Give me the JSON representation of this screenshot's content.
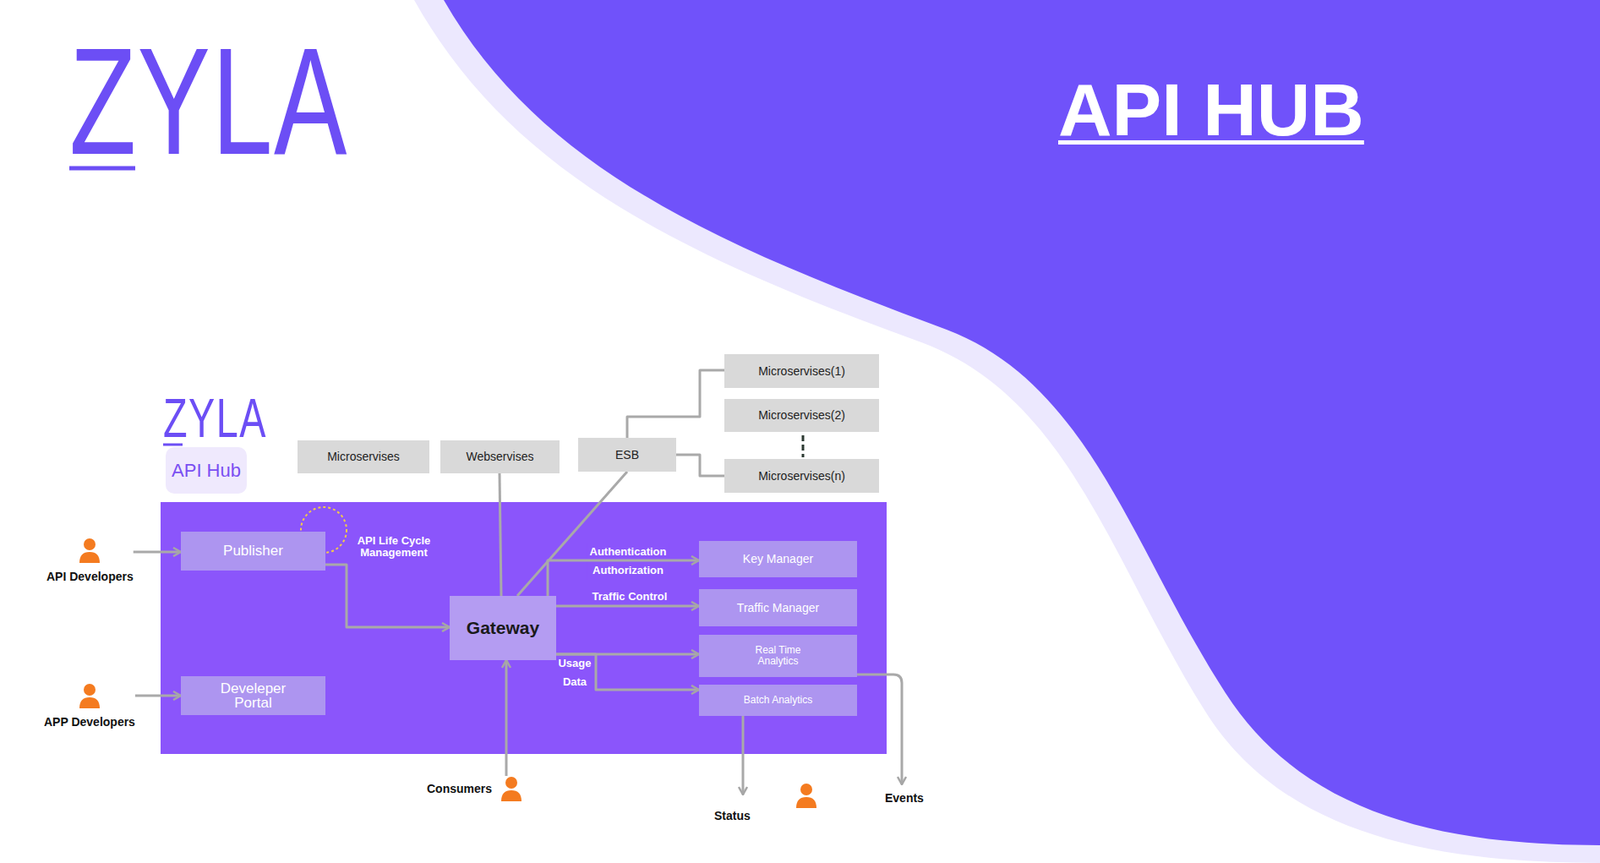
{
  "diagram": {
    "title": "API HUB",
    "nodes": [
      {
        "text": [
          "Microservises(1)"
        ]
      },
      {
        "text": [
          "Microservises(2)"
        ]
      },
      {
        "text": [
          "Microservises"
        ]
      },
      {
        "text": [
          "Webservises"
        ]
      },
      {
        "text": [
          "ESB"
        ]
      },
      {
        "text": [
          "Microservises(n)"
        ]
      },
      {
        "text": [
          "API Hub"
        ]
      },
      {
        "text": [
          "Publisher"
        ],
        "in": 6
      },
      {
        "text": [
          "Key Manager"
        ],
        "in": 6
      },
      {
        "text": [
          "Traffic Manager"
        ],
        "in": 6
      },
      {
        "text": [
          "Gateway"
        ],
        "in": 6
      },
      {
        "text": [
          "Real Time Analytics"
        ],
        "in": 6
      },
      {
        "text": [
          "Batch Analytics"
        ],
        "in": 6
      },
      {
        "text": [
          "Develeper Portal"
        ],
        "in": 6
      },
      {
        "text": [
          "API Developers"
        ]
      },
      {
        "text": [
          "APP Developers"
        ]
      },
      {
        "text": [
          "Consumers"
        ]
      }
    ],
    "edges": [
      {
        "from": 14,
        "to": 7,
        "arrow": "to"
      },
      {
        "from": 15,
        "to": 13,
        "arrow": "to"
      },
      {
        "from": 7,
        "to": 10,
        "arrow": "to"
      },
      {
        "from": 16,
        "to": 10,
        "arrow": "to"
      },
      {
        "from": 3,
        "to": 10,
        "arrow": "none"
      },
      {
        "from": 4,
        "to": 10,
        "arrow": "none"
      },
      {
        "from": 4,
        "to": 0,
        "arrow": "none"
      },
      {
        "from": 4,
        "to": 5,
        "arrow": "none"
      },
      {
        "from": 10,
        "to": 8,
        "label": "Authentication Authorization",
        "arrow": "to"
      },
      {
        "from": 10,
        "to": 9,
        "label": "Traffic Control",
        "arrow": "to"
      },
      {
        "from": 10,
        "to": 11,
        "label": "Usage Data",
        "arrow": "to"
      },
      {
        "from": 10,
        "to": 12,
        "arrow": "to"
      }
    ],
    "labels": [
      "ZYLA",
      "ZYLA",
      "API Life Cycle Management",
      "Status",
      "Events"
    ]
  }
}
